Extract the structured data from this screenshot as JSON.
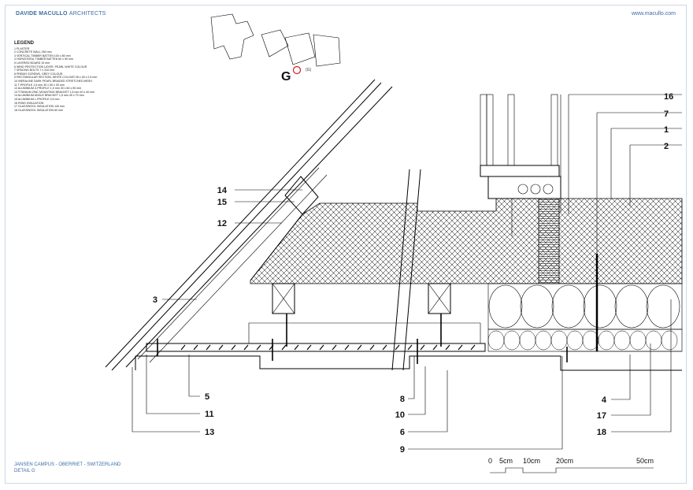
{
  "header": {
    "brand_bold": "DAVIDE MACULLO",
    "brand_light": "ARCHITECTS",
    "website": "www.macullo.com"
  },
  "legend": {
    "title": "LEGEND",
    "items": [
      "1 PLASTER",
      "2 CONCRETE WALL 250 mm",
      "3 VERTICAL TIMBER BATTEN 100 x 80 mm",
      "4 HORIZONTAL TIMBER BATTEN 60 x 50 mm",
      "5 LAYERED BOARD 19 mm",
      "6 WIND PROTECTION LAYER, PEARL WHITE COLOUR",
      "7 SPACING BOLTS 7 x 310 mm",
      "8 PREMO SCREWS, GREY COLOUR",
      "9 RECTANGULAR SECTION, WHITE COLOUR 28 x 45 x 2,5 mm",
      "10 INERALINE DARK PEARL BRAIDED STRETCHED MESH",
      "11 T-PROFILE 1,5 mm 30 x 50 x 30 mm",
      "12 ALUMINIUM Z-PROFILE 1,5 mm 30 x 60 x 50 mm",
      "13 TITANIUM ZINC MOUNTING BRACKET 1,5 mm 40 x 40 mm",
      "14 ALUMINIUM ANGLE BRACKET 1,5 mm 40 x 70 mm",
      "15 ALUMINIUM L-PROFILE 3,5 mm",
      "16 RIGID INSULATION",
      "17 GLASSWOOL INSULATION 140 mm",
      "18 GLASSWOOL INSULATION 60 mm"
    ]
  },
  "keyplan": {
    "marker": "G",
    "small_label": "(G)"
  },
  "callouts": [
    "1",
    "2",
    "3",
    "4",
    "5",
    "6",
    "7",
    "8",
    "9",
    "10",
    "11",
    "12",
    "13",
    "14",
    "15",
    "16",
    "17",
    "18"
  ],
  "scale_bar": {
    "labels": [
      "0",
      "5cm",
      "10cm",
      "20cm",
      "50cm"
    ]
  },
  "footer": {
    "project": "JANSEN CAMPUS - OBERRIET - SWITZERLAND",
    "sheet": "DETAIL G"
  }
}
